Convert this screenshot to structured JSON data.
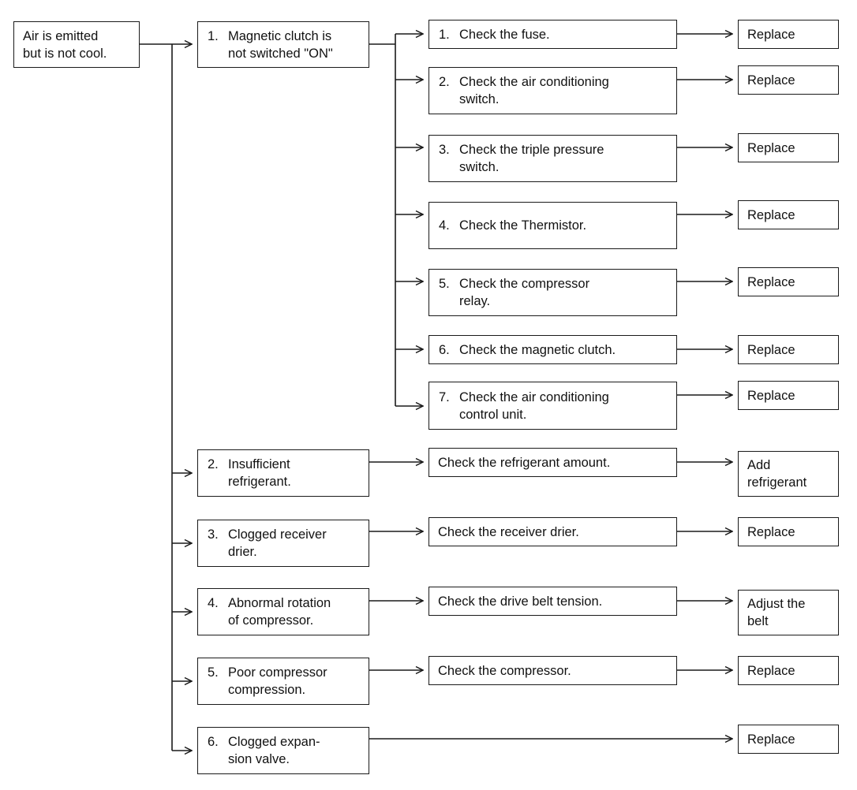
{
  "diagram": {
    "title": "Air conditioning troubleshooting flowchart",
    "line_color": "#1a1a1a",
    "background_color": "#ffffff",
    "text_color": "#111111"
  },
  "symptom": {
    "label": "Air is emitted but is not cool.",
    "line1": "Air is emitted",
    "line2": "but is not cool."
  },
  "causes": [
    {
      "num": "1.",
      "text": "Magnetic clutch is not switched \"ON\"",
      "line1": "Magnetic clutch is",
      "line2": "not switched \"ON\""
    },
    {
      "num": "2.",
      "text": "Insufficient refrigerant.",
      "line1": "Insufficient",
      "line2": "refrigerant."
    },
    {
      "num": "3.",
      "text": "Clogged receiver drier.",
      "line1": "Clogged receiver",
      "line2": "drier."
    },
    {
      "num": "4.",
      "text": "Abnormal rotation of compressor.",
      "line1": "Abnormal rotation",
      "line2": "of compressor."
    },
    {
      "num": "5.",
      "text": "Poor compressor compression.",
      "line1": "Poor compressor",
      "line2": "compression."
    },
    {
      "num": "6.",
      "text": "Clogged expan- sion valve.",
      "line1": "Clogged expan-",
      "line2": "sion valve."
    }
  ],
  "checks_clutch": [
    {
      "num": "1.",
      "text": "Check the fuse.",
      "line1": "Check the fuse.",
      "line2": ""
    },
    {
      "num": "2.",
      "text": "Check the air conditioning switch.",
      "line1": "Check the air conditioning",
      "line2": "switch."
    },
    {
      "num": "3.",
      "text": "Check the triple pressure switch.",
      "line1": "Check the triple pressure",
      "line2": "switch."
    },
    {
      "num": "4.",
      "text": "Check the Thermistor.",
      "line1": "Check the Thermistor.",
      "line2": ""
    },
    {
      "num": "5.",
      "text": "Check the compressor relay.",
      "line1": "Check the compressor",
      "line2": "relay."
    },
    {
      "num": "6.",
      "text": "Check the magnetic clutch.",
      "line1": "Check the magnetic clutch.",
      "line2": ""
    },
    {
      "num": "7.",
      "text": "Check the air conditioning control unit.",
      "line1": "Check the air conditioning",
      "line2": "control unit."
    }
  ],
  "checks_other": [
    {
      "text": "Check the refrigerant amount."
    },
    {
      "text": "Check the receiver drier."
    },
    {
      "text": "Check the drive belt tension."
    },
    {
      "text": "Check the compressor."
    }
  ],
  "remedies_clutch": [
    {
      "text": "Replace"
    },
    {
      "text": "Replace"
    },
    {
      "text": "Replace"
    },
    {
      "text": "Replace"
    },
    {
      "text": "Replace"
    },
    {
      "text": "Replace"
    },
    {
      "text": "Replace"
    }
  ],
  "remedies_other": [
    {
      "text": "Add refrigerant",
      "line1": "Add",
      "line2": "refrigerant"
    },
    {
      "text": "Replace",
      "line1": "Replace",
      "line2": ""
    },
    {
      "text": "Adjust the belt",
      "line1": "Adjust the",
      "line2": "belt"
    },
    {
      "text": "Replace",
      "line1": "Replace",
      "line2": ""
    },
    {
      "text": "Replace",
      "line1": "Replace",
      "line2": ""
    }
  ]
}
